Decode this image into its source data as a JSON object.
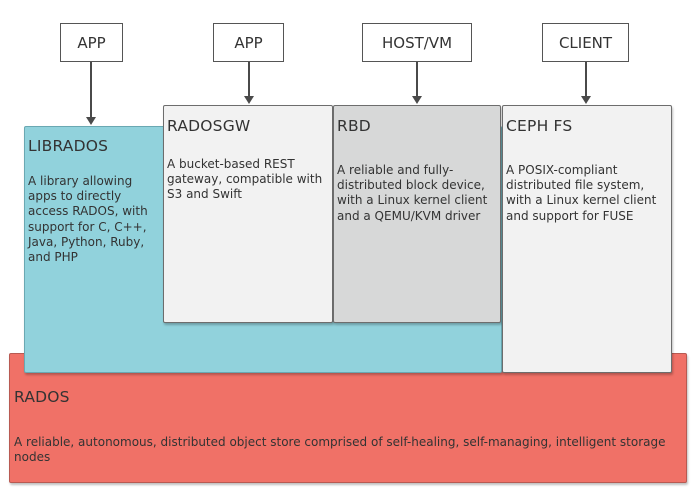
{
  "clients": [
    {
      "label": "APP"
    },
    {
      "label": "APP"
    },
    {
      "label": "HOST/VM"
    },
    {
      "label": "CLIENT"
    }
  ],
  "librados": {
    "title": "LIBRADOS",
    "description": "A library allowing apps to directly access RADOS, with support for C, C++, Java, Python, Ruby, and PHP"
  },
  "radosgw": {
    "title": "RADOSGW",
    "description": "A bucket-based REST gateway, compatible with S3 and Swift"
  },
  "rbd": {
    "title": "RBD",
    "description": "A reliable and fully-distributed block device, with a Linux kernel client and a QEMU/KVM driver"
  },
  "cephfs": {
    "title": "CEPH FS",
    "description": "A POSIX-compliant distributed file system, with a Linux kernel client and support for FUSE"
  },
  "rados": {
    "title": "RADOS",
    "description": "A reliable, autonomous, distributed object store comprised of self-healing, self-managing, intelligent storage nodes"
  },
  "colors": {
    "librados": "#91d2dc",
    "radosgw": "#f2f2f2",
    "rbd": "#d7d8d8",
    "cephfs": "#f2f2f2",
    "rados": "#f07167"
  }
}
